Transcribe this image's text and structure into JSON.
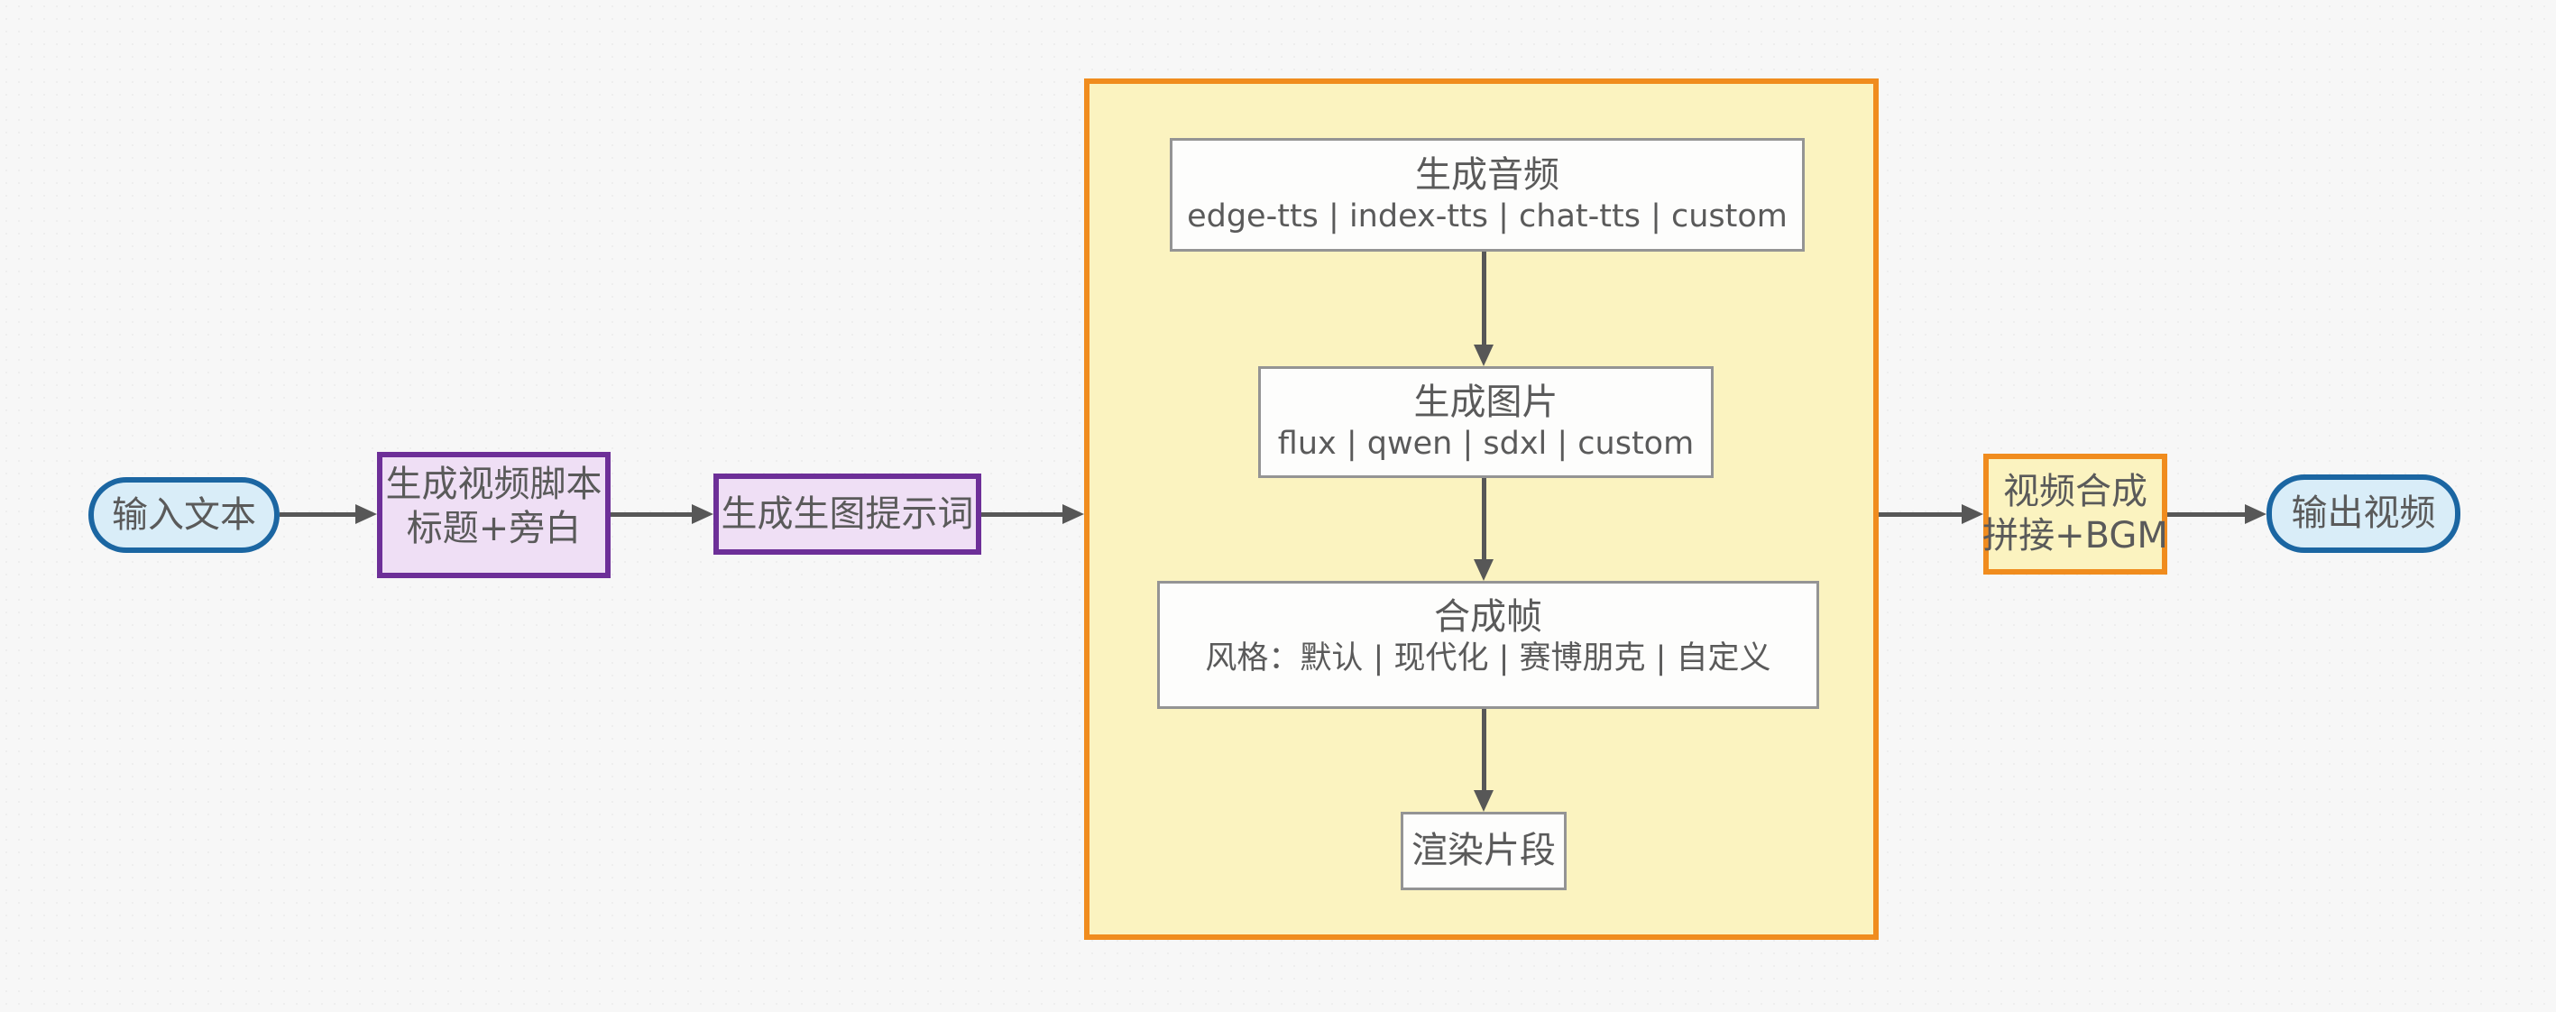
{
  "diagram": {
    "nodes": {
      "input": {
        "label": "输入文本"
      },
      "script": {
        "line1": "生成视频脚本",
        "line2": "标题+旁白"
      },
      "prompt": {
        "label": "生成生图提示词"
      },
      "audio": {
        "title": "生成音频",
        "subtitle": "edge-tts | index-tts | chat-tts | custom"
      },
      "image": {
        "title": "生成图片",
        "subtitle": "flux | qwen | sdxl | custom"
      },
      "frames": {
        "title": "合成帧",
        "subtitle": "风格：默认 | 现代化 | 赛博朋克 | 自定义"
      },
      "render": {
        "label": "渲染片段"
      },
      "compose": {
        "line1": "视频合成",
        "line2": "拼接+BGM"
      },
      "output": {
        "label": "输出视频"
      }
    },
    "colors": {
      "background": "#f7f7f7",
      "terminal_fill": "#d9edf8",
      "terminal_border": "#1b66a2",
      "process_fill": "#efdff5",
      "process_border": "#6d2f98",
      "stage_fill": "#fbf3c0",
      "stage_border": "#f08c1e",
      "task_fill": "#fdfdfc",
      "task_border": "#949494",
      "arrow": "#575757",
      "text": "#5a5a5a"
    }
  }
}
